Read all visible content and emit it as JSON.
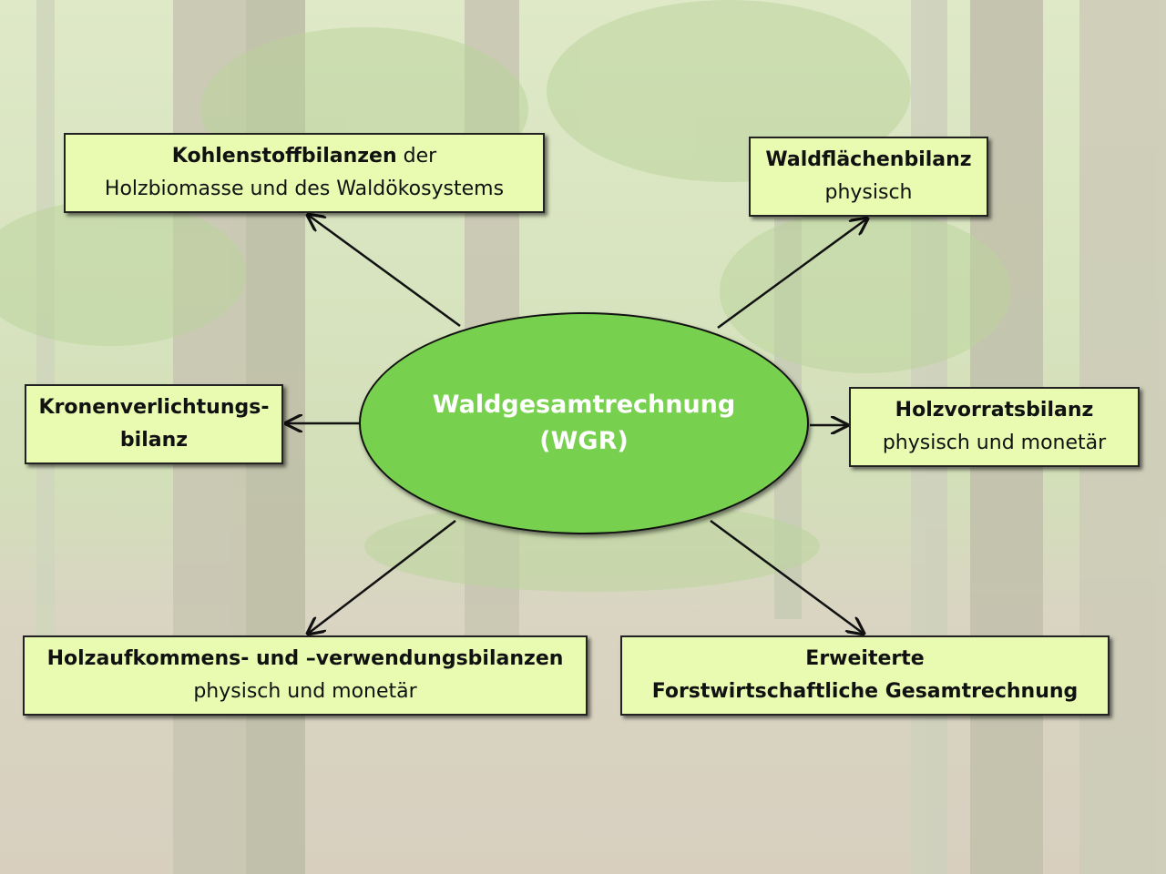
{
  "center": {
    "title": "Waldgesamtrechnung",
    "abbr": "(WGR)"
  },
  "boxes": {
    "kohlenstoff": {
      "bold": "Kohlenstoffbilanzen",
      "rest": " der",
      "line2": "Holzbiomasse und des Waldökosystems"
    },
    "waldflaechen": {
      "bold": "Waldflächenbilanz",
      "line2": "physisch"
    },
    "kronen": {
      "line1": "Kronenverlichtungs-",
      "line2": "bilanz"
    },
    "holzvorrat": {
      "bold": "Holzvorratsbilanz",
      "line2": "physisch und monetär"
    },
    "holzaufkommen": {
      "bold": "Holzaufkommens- und –verwendungsbilanzen",
      "line2": "physisch und monetär"
    },
    "erweiterte": {
      "line1": "Erweiterte",
      "line2": "Forstwirtschaftliche Gesamtrechnung"
    }
  },
  "colors": {
    "box_fill": "#e8fbb0",
    "ellipse_fill": "#78d04f"
  }
}
